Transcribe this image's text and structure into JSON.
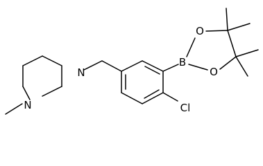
{
  "molecule": {
    "atoms": {
      "n_top": "N",
      "n_bottom": "N",
      "boron": "B",
      "o_top": "O",
      "o_bottom": "O",
      "chlorine": "Cl"
    }
  }
}
